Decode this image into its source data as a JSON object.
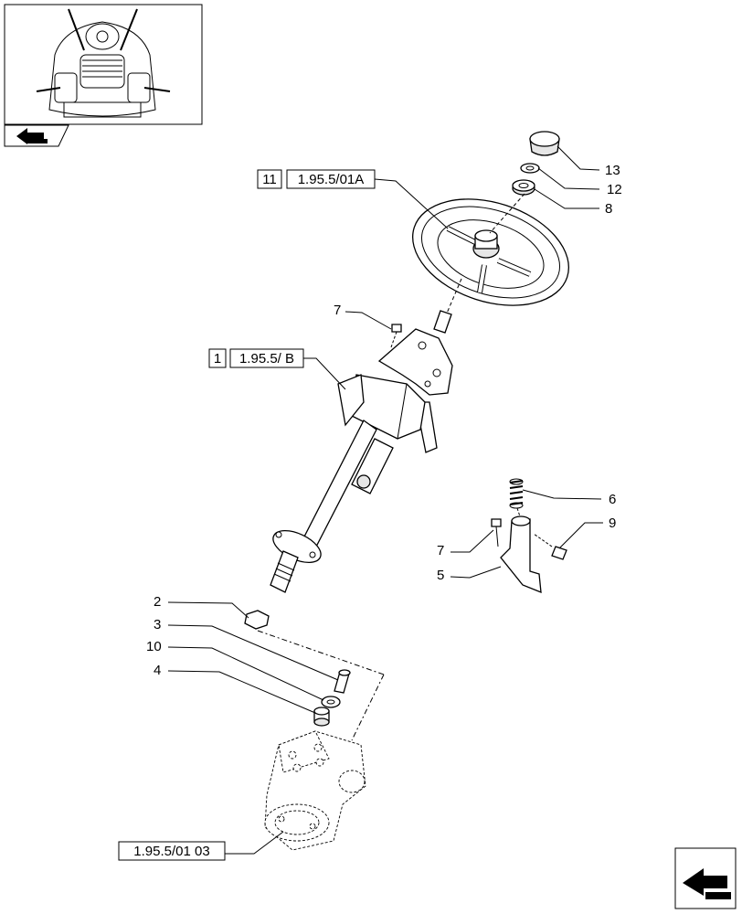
{
  "references": {
    "steering_wheel_group": "11",
    "steering_wheel_ref": "1.95.5/01A",
    "column_group": "1",
    "column_ref": "1.95.5/ B",
    "steering_unit_ref": "1.95.5/01 03"
  },
  "callouts": {
    "c13": "13",
    "c12": "12",
    "c8": "8",
    "c7_upper": "7",
    "c6": "6",
    "c9": "9",
    "c7_lower": "7",
    "c5": "5",
    "c2": "2",
    "c3": "3",
    "c10": "10",
    "c4": "4"
  },
  "icons": {
    "thumbnail": "tractor-cab-thumbnail",
    "previous": "previous-page-icon",
    "next": "next-page-icon"
  }
}
